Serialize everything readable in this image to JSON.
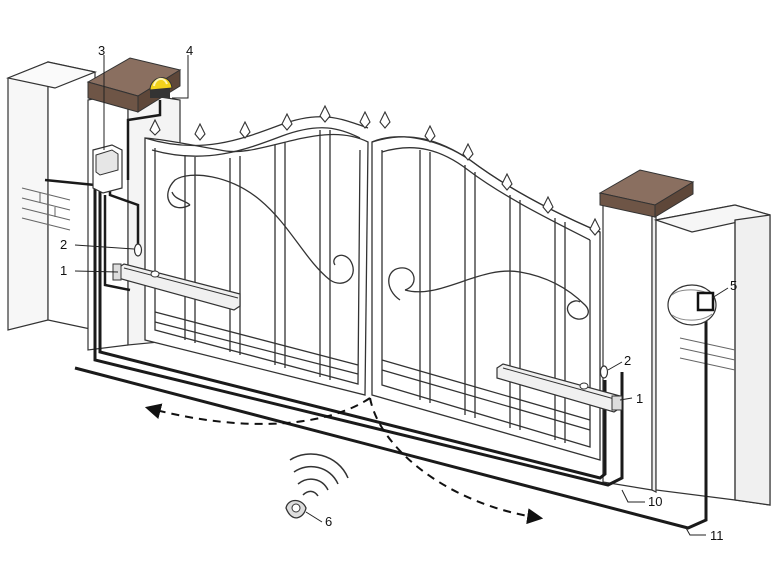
{
  "diagram": {
    "callouts": {
      "n1_left": "1",
      "n1_right": "1",
      "n2_left": "2",
      "n2_right": "2",
      "n3": "3",
      "n4": "4",
      "n5": "5",
      "n6": "6",
      "n10": "10",
      "n11": "11"
    },
    "components": [
      "gate-opener-arm",
      "photocell",
      "control-box",
      "warning-lamp",
      "key-switch",
      "remote-control",
      "motor-cable",
      "key-switch-cable"
    ],
    "colors": {
      "pillar_cap": "#7a6152",
      "lamp": "#f2d21b",
      "cable": "#1a1a1a",
      "line": "#333333",
      "background": "#ffffff"
    }
  }
}
